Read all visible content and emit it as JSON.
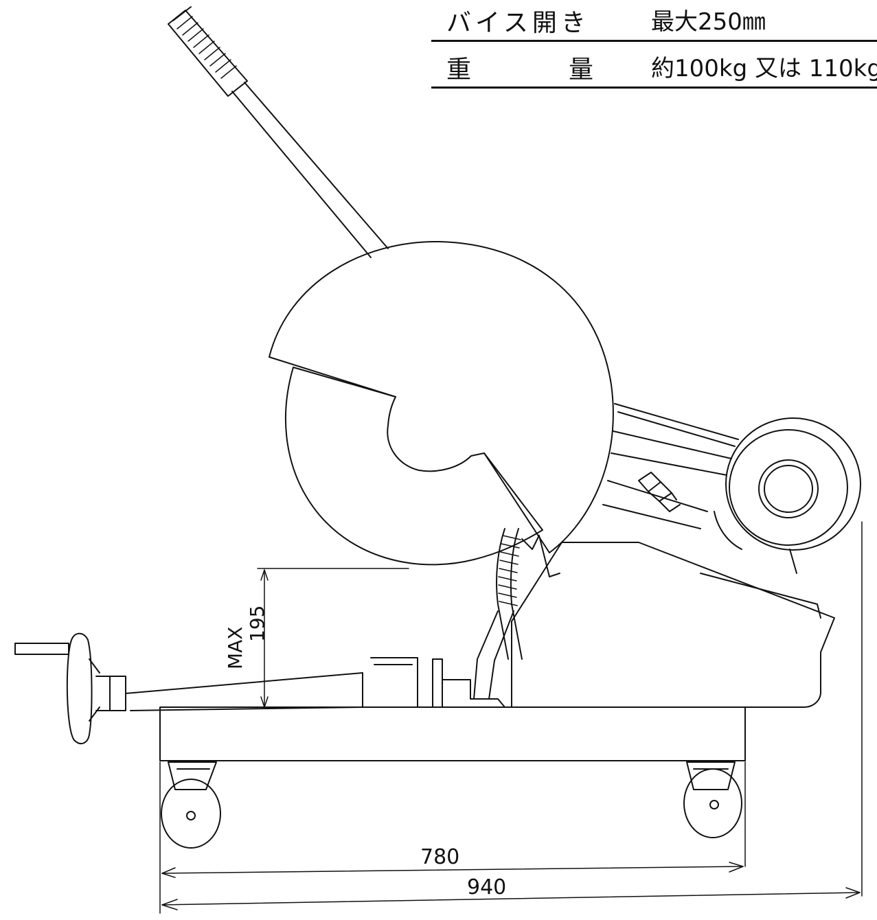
{
  "spec": {
    "rows": [
      {
        "label": "バイス開き",
        "value": "最大250㎜"
      },
      {
        "label_a": "重",
        "label_b": "量",
        "value": "約100kg 又は 110kg"
      }
    ]
  },
  "dimensions": {
    "max_label": "MAX",
    "max_height": "195",
    "wheelbase": "780",
    "overall_length": "940"
  },
  "colors": {
    "line": "#111111",
    "paper": "#ffffff"
  }
}
